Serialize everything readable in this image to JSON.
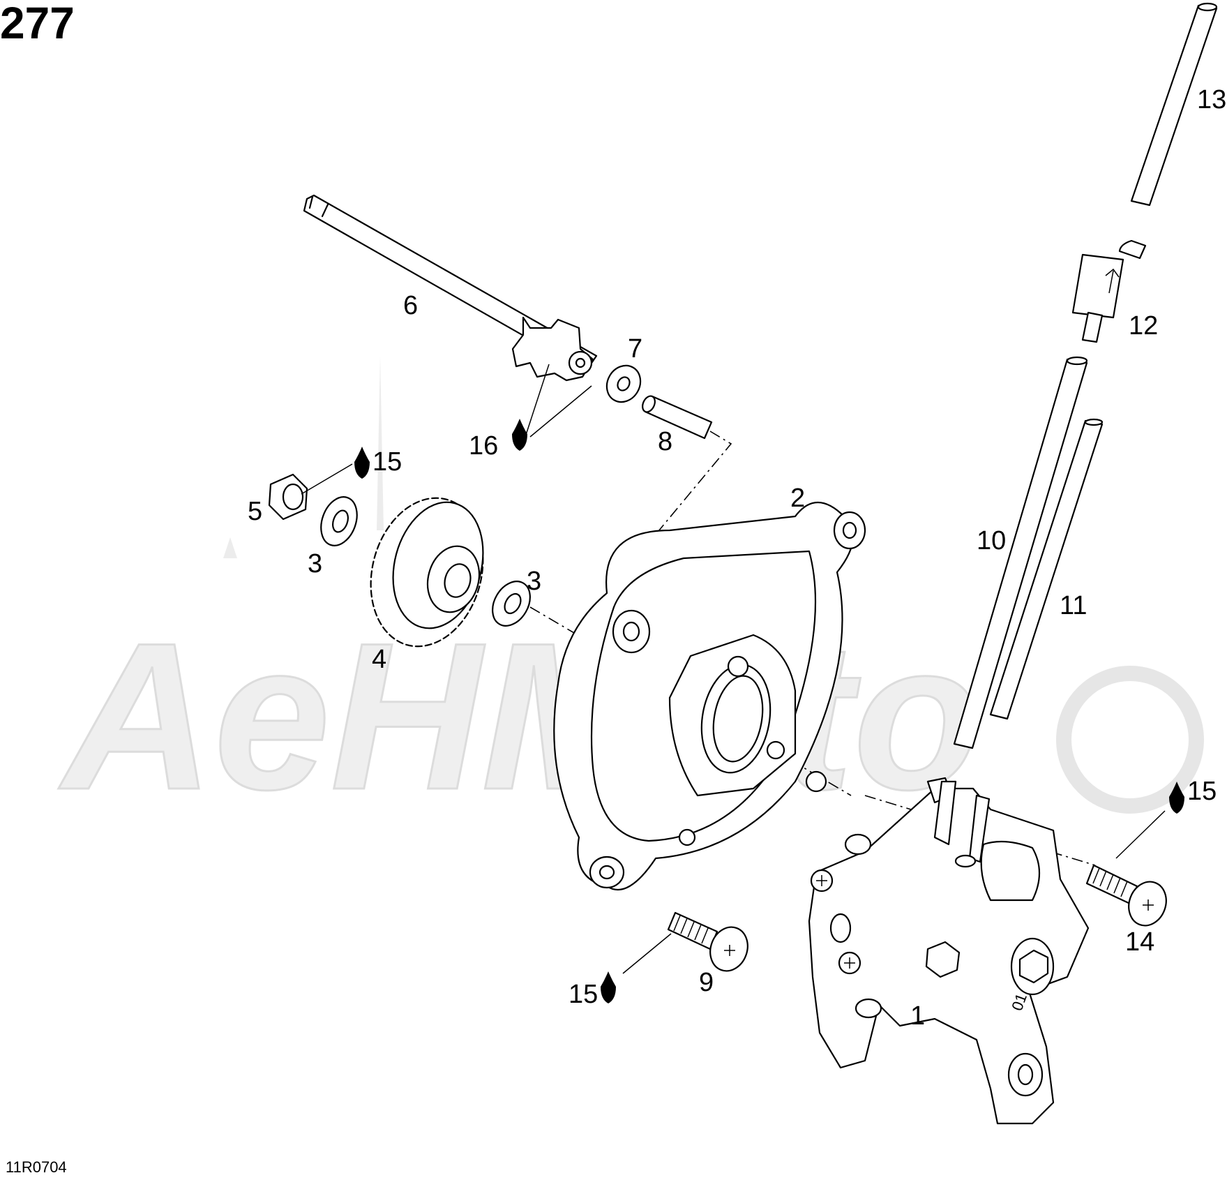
{
  "diagram_number": "277",
  "drawing_code": "11R0704",
  "watermark_text": "AeHMoto",
  "callouts": [
    {
      "id": "c1",
      "text": "1"
    },
    {
      "id": "c2",
      "text": "2"
    },
    {
      "id": "c3a",
      "text": "3"
    },
    {
      "id": "c3b",
      "text": "3"
    },
    {
      "id": "c4",
      "text": "4"
    },
    {
      "id": "c5",
      "text": "5"
    },
    {
      "id": "c6",
      "text": "6"
    },
    {
      "id": "c7",
      "text": "7"
    },
    {
      "id": "c8",
      "text": "8"
    },
    {
      "id": "c9",
      "text": "9"
    },
    {
      "id": "c10",
      "text": "10"
    },
    {
      "id": "c11",
      "text": "11"
    },
    {
      "id": "c12",
      "text": "12"
    },
    {
      "id": "c13",
      "text": "13"
    },
    {
      "id": "c14",
      "text": "14"
    },
    {
      "id": "c15a",
      "text": "15"
    },
    {
      "id": "c15b",
      "text": "15"
    },
    {
      "id": "c15c",
      "text": "15"
    },
    {
      "id": "c16",
      "text": "16"
    }
  ],
  "icons": {
    "lubricant": "oil-drop-icon"
  },
  "colors": {
    "line": "#000000",
    "watermark": "#e6e6e6",
    "background": "#ffffff"
  }
}
